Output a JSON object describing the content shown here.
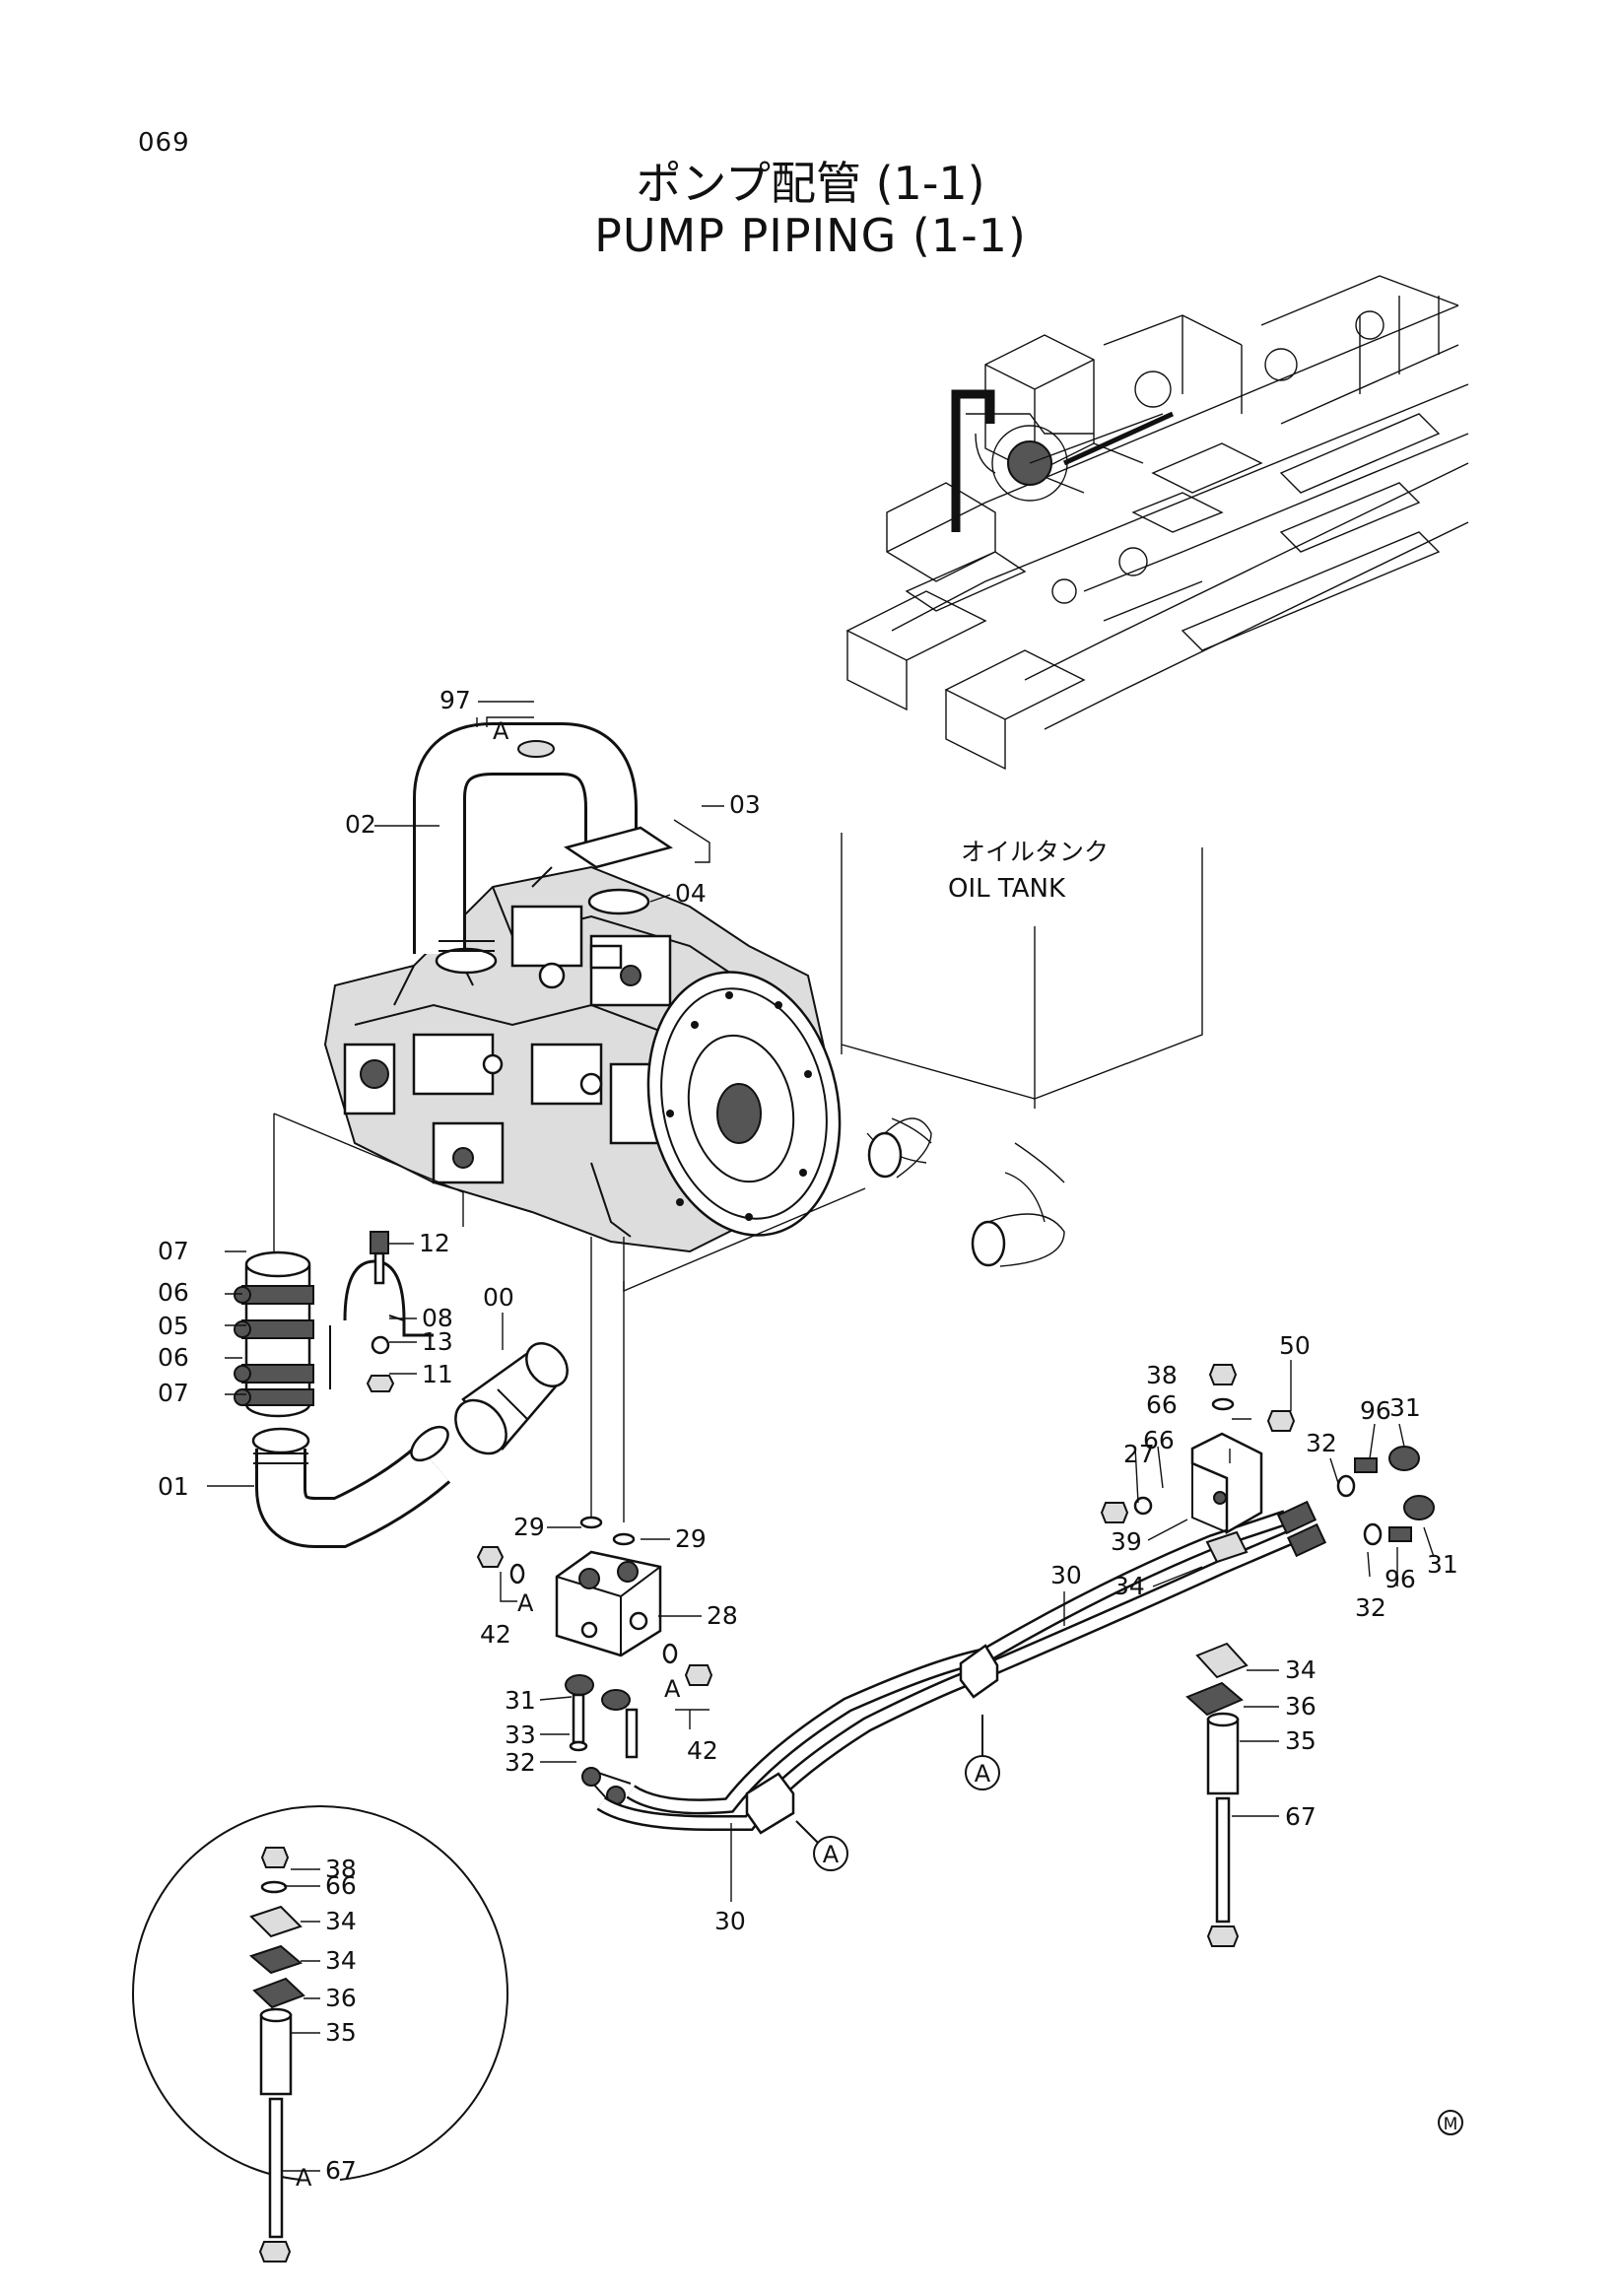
{
  "page_number": "069",
  "title_ja": "ポンプ配管 (1-1)",
  "title_en": "PUMP PIPING (1-1)",
  "tank_label_ja": "オイルタンク",
  "tank_label_en": "OIL TANK",
  "view_marker": "A",
  "mark": "M",
  "callouts": {
    "c97": "97",
    "c02": "02",
    "c03": "03",
    "c04": "04",
    "c07a": "07",
    "c06a": "06",
    "c05": "05",
    "c06b": "06",
    "c07b": "07",
    "c01": "01",
    "c12": "12",
    "c08": "08",
    "c13": "13",
    "c11": "11",
    "c00": "00",
    "c29a": "29",
    "c29b": "29",
    "c28": "28",
    "c42a": "42",
    "c42b": "42",
    "c31a": "31",
    "c33": "33",
    "c32a": "32",
    "c30a": "30",
    "c30b": "30",
    "c34a": "34",
    "c36a": "36",
    "c35a": "35",
    "c67a": "67",
    "c38a": "38",
    "c66a": "66",
    "c50": "50",
    "c27": "27",
    "c66b": "66",
    "c32b": "32",
    "c96a": "96",
    "c31b": "31",
    "c39": "39",
    "c34b": "34",
    "c32c": "32",
    "c96b": "96",
    "c31c": "31",
    "c38b": "38",
    "c66c": "66",
    "c34c": "34",
    "c34d": "34",
    "c36b": "36",
    "c35b": "35",
    "c67b": "67"
  }
}
